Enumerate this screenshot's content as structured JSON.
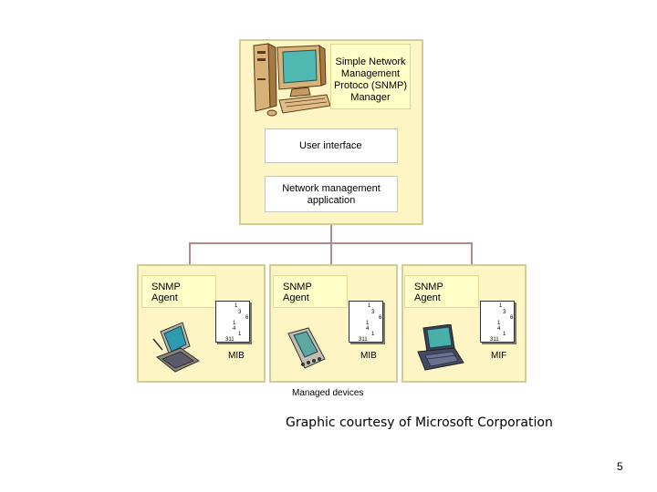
{
  "manager": {
    "label_lines": [
      "Simple Network",
      "Management",
      "Protoco (SNMP)",
      "Manager"
    ],
    "user_interface": "User interface",
    "app_lines": [
      "Network management",
      "application"
    ]
  },
  "agents": [
    {
      "label_lines": [
        "SNMP",
        "Agent"
      ],
      "mib": "MIB",
      "device": "tablet-pc-icon"
    },
    {
      "label_lines": [
        "SNMP",
        "Agent"
      ],
      "mib": "MIB",
      "device": "pda-icon"
    },
    {
      "label_lines": [
        "SNMP",
        "Agent"
      ],
      "mib": "MIF",
      "device": "laptop-icon"
    }
  ],
  "mib_numbers": [
    "1",
    "3",
    "6",
    "1",
    "4",
    "1",
    "311"
  ],
  "managed_devices": "Managed devices",
  "caption": "Graphic courtesy of Microsoft Corporation",
  "page_number": "5",
  "colors": {
    "panel": "#fdf5c3",
    "label": "#ffffc8",
    "connector": "#b08a8a"
  }
}
